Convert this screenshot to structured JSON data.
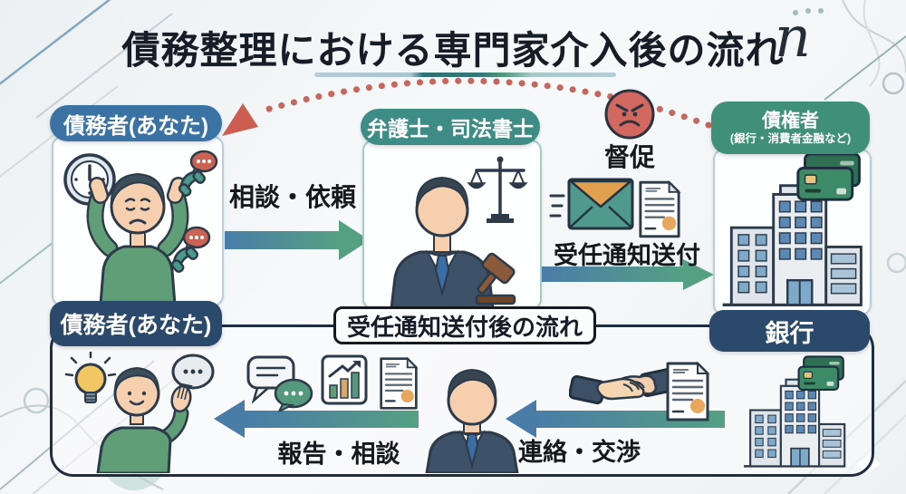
{
  "title": "債務整理における専門家介入後の流れ",
  "decor": {
    "script_letter": "n"
  },
  "top_flow": {
    "debtor": {
      "header": "債務者(あなた)",
      "footer": "債務者(あなた)",
      "illustration_icons": [
        "clock-icon",
        "stressed-person-illustration",
        "incoming-call-icon",
        "incoming-call-icon"
      ]
    },
    "consult_arrow_label": "相談・依頼",
    "professional": {
      "header": "弁護士・司法書士",
      "illustration_icons": [
        "lawyer-illustration",
        "scales-of-justice-icon",
        "gavel-icon"
      ]
    },
    "demand_label": "督促",
    "notice_arrow_label": "受任通知送付",
    "notice_icons": [
      "envelope-icon",
      "notice-document-icon"
    ],
    "creditor": {
      "header_title": "債権者",
      "header_subtitle": "(銀行・消費者金融など)",
      "footer": "銀行",
      "illustration_icons": [
        "bank-building-illustration",
        "credit-cards-icon"
      ]
    }
  },
  "bottom_flow": {
    "box_title": "受任通知送付後の流れ",
    "report_arrow_label": "報告・相談",
    "contact_arrow_label": "連絡・交渉",
    "left_icons": [
      "lightbulb-icon",
      "happy-person-illustration",
      "speech-bubble-icon",
      "chat-bubbles-icon",
      "growth-chart-icon",
      "notice-document-icon"
    ],
    "right_icons": [
      "lawyer-illustration",
      "handshake-icon",
      "notice-document-icon",
      "bank-building-illustration",
      "credit-cards-icon"
    ]
  },
  "colors": {
    "debtor_header_blue": "#3b72a4",
    "professional_header_teal": "#3e8c86",
    "creditor_header_green": "#3f9077",
    "footer_pill_navy": "#2b4a6b",
    "arrow_blue": "#4a7ca8",
    "arrow_green": "#55a083",
    "demand_red": "#c4675e",
    "seal_orange": "#e8a75c"
  }
}
